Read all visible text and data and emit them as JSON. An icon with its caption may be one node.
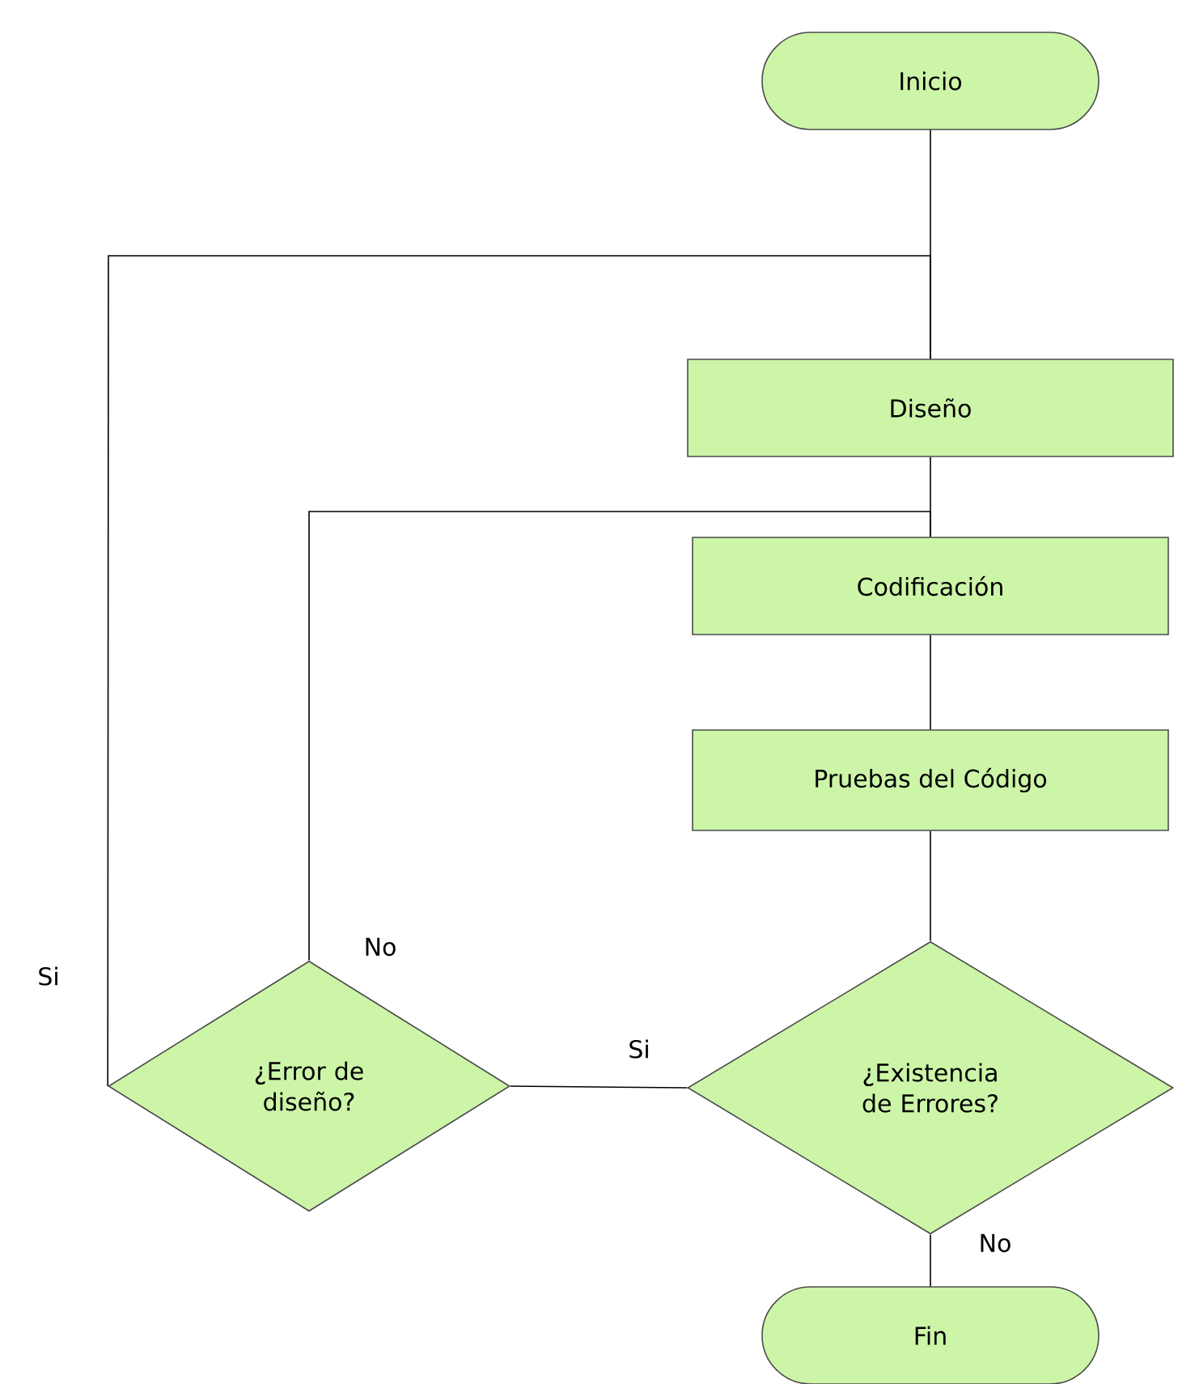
{
  "diagram": {
    "nodes": [
      {
        "text": [
          "Inicio"
        ]
      },
      {
        "text": [
          "Diseño"
        ]
      },
      {
        "text": [
          "Codificación"
        ]
      },
      {
        "text": [
          "Pruebas del Código"
        ]
      },
      {
        "text": [
          "¿Existencia de Errores?"
        ]
      },
      {
        "text": [
          "¿Error de diseño?"
        ]
      },
      {
        "text": [
          "Fin"
        ]
      }
    ],
    "edges": [
      {
        "from": 0,
        "to": 1,
        "arrow": "none"
      },
      {
        "from": 1,
        "to": 2,
        "arrow": "none"
      },
      {
        "from": 2,
        "to": 3,
        "arrow": "none"
      },
      {
        "from": 3,
        "to": 4,
        "arrow": "none"
      },
      {
        "from": 4,
        "to": 5,
        "arrow": "none",
        "label": "Si"
      },
      {
        "from": 4,
        "to": 6,
        "arrow": "none",
        "label": "No"
      },
      {
        "from": 5,
        "to": 1,
        "arrow": "none",
        "label": "Si"
      },
      {
        "from": 5,
        "to": 2,
        "arrow": "none",
        "label": "No"
      }
    ]
  }
}
